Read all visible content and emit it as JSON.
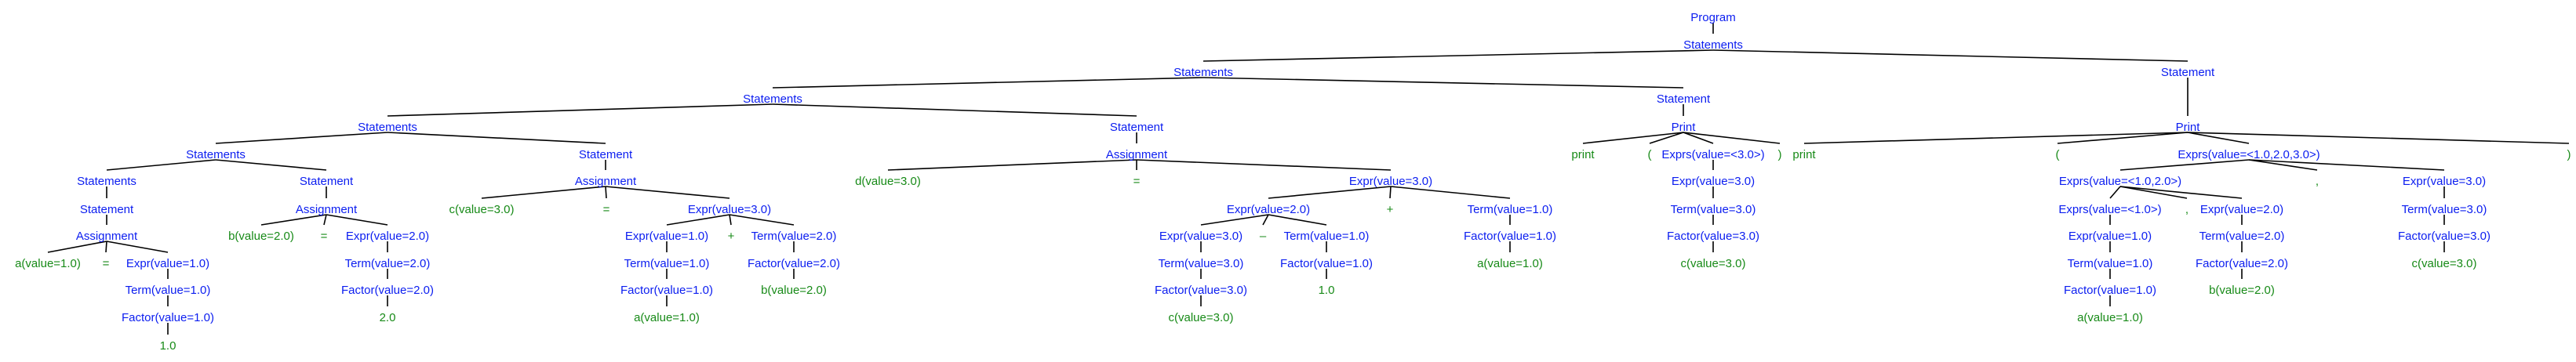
{
  "colors": {
    "nonterminal": "#0b1df0",
    "terminal": "#178a17",
    "edge": "#000000"
  },
  "nodes": {
    "n0": {
      "text": "Program",
      "kind": "nt"
    },
    "n1": {
      "text": "Statements",
      "kind": "nt"
    },
    "n2": {
      "text": "Statements",
      "kind": "nt"
    },
    "n3": {
      "text": "Statement",
      "kind": "nt"
    },
    "n4": {
      "text": "Statements",
      "kind": "nt"
    },
    "n5": {
      "text": "Statement",
      "kind": "nt"
    },
    "n6": {
      "text": "Statements",
      "kind": "nt"
    },
    "n7": {
      "text": "Statement",
      "kind": "nt"
    },
    "n8": {
      "text": "Statements",
      "kind": "nt"
    },
    "n9": {
      "text": "Statement",
      "kind": "nt"
    },
    "n10": {
      "text": "Statements",
      "kind": "nt"
    },
    "n11": {
      "text": "Statement",
      "kind": "nt"
    },
    "n12": {
      "text": "Statement",
      "kind": "nt"
    },
    "n13": {
      "text": "Assignment",
      "kind": "nt"
    },
    "n14": {
      "text": "a(value=1.0)",
      "kind": "t"
    },
    "n15": {
      "text": "=",
      "kind": "t"
    },
    "n16": {
      "text": "Expr(value=1.0)",
      "kind": "nt"
    },
    "n17": {
      "text": "Term(value=1.0)",
      "kind": "nt"
    },
    "n18": {
      "text": "Factor(value=1.0)",
      "kind": "nt"
    },
    "n19": {
      "text": "1.0",
      "kind": "t"
    },
    "n20": {
      "text": "Assignment",
      "kind": "nt"
    },
    "n21": {
      "text": "b(value=2.0)",
      "kind": "t"
    },
    "n22": {
      "text": "=",
      "kind": "t"
    },
    "n23": {
      "text": "Expr(value=2.0)",
      "kind": "nt"
    },
    "n24": {
      "text": "Term(value=2.0)",
      "kind": "nt"
    },
    "n25": {
      "text": "Factor(value=2.0)",
      "kind": "nt"
    },
    "n26": {
      "text": "2.0",
      "kind": "t"
    },
    "n27": {
      "text": "Assignment",
      "kind": "nt"
    },
    "n28": {
      "text": "c(value=3.0)",
      "kind": "t"
    },
    "n29": {
      "text": "=",
      "kind": "t"
    },
    "n30": {
      "text": "Expr(value=3.0)",
      "kind": "nt"
    },
    "n31": {
      "text": "Expr(value=1.0)",
      "kind": "nt"
    },
    "n32": {
      "text": "+",
      "kind": "t"
    },
    "n33": {
      "text": "Term(value=2.0)",
      "kind": "nt"
    },
    "n34": {
      "text": "Term(value=1.0)",
      "kind": "nt"
    },
    "n35": {
      "text": "Factor(value=1.0)",
      "kind": "nt"
    },
    "n36": {
      "text": "a(value=1.0)",
      "kind": "t"
    },
    "n37": {
      "text": "Factor(value=2.0)",
      "kind": "nt"
    },
    "n38": {
      "text": "b(value=2.0)",
      "kind": "t"
    },
    "n39": {
      "text": "Assignment",
      "kind": "nt"
    },
    "n40": {
      "text": "d(value=3.0)",
      "kind": "t"
    },
    "n41": {
      "text": "=",
      "kind": "t"
    },
    "n42": {
      "text": "Expr(value=3.0)",
      "kind": "nt"
    },
    "n43": {
      "text": "Expr(value=2.0)",
      "kind": "nt"
    },
    "n44": {
      "text": "+",
      "kind": "t"
    },
    "n45": {
      "text": "Term(value=1.0)",
      "kind": "nt"
    },
    "n46": {
      "text": "Expr(value=3.0)",
      "kind": "nt"
    },
    "n47": {
      "text": "–",
      "kind": "t"
    },
    "n48": {
      "text": "Term(value=1.0)",
      "kind": "nt"
    },
    "n49": {
      "text": "Term(value=3.0)",
      "kind": "nt"
    },
    "n50": {
      "text": "Factor(value=3.0)",
      "kind": "nt"
    },
    "n51": {
      "text": "c(value=3.0)",
      "kind": "t"
    },
    "n52": {
      "text": "Factor(value=1.0)",
      "kind": "nt"
    },
    "n53": {
      "text": "1.0",
      "kind": "t"
    },
    "n54": {
      "text": "Factor(value=1.0)",
      "kind": "nt"
    },
    "n55": {
      "text": "a(value=1.0)",
      "kind": "t"
    },
    "n56": {
      "text": "Print",
      "kind": "nt"
    },
    "n57": {
      "text": "print",
      "kind": "t"
    },
    "n58": {
      "text": "(",
      "kind": "t"
    },
    "n59": {
      "text": "Exprs(value=<3.0>)",
      "kind": "nt"
    },
    "n60": {
      "text": ")",
      "kind": "t"
    },
    "n61": {
      "text": "Expr(value=3.0)",
      "kind": "nt"
    },
    "n62": {
      "text": "Term(value=3.0)",
      "kind": "nt"
    },
    "n63": {
      "text": "Factor(value=3.0)",
      "kind": "nt"
    },
    "n64": {
      "text": "c(value=3.0)",
      "kind": "t"
    },
    "n65": {
      "text": "Print",
      "kind": "nt"
    },
    "n66": {
      "text": "print",
      "kind": "t"
    },
    "n67": {
      "text": "(",
      "kind": "t"
    },
    "n68": {
      "text": "Exprs(value=<1.0,2.0,3.0>)",
      "kind": "nt"
    },
    "n69": {
      "text": ")",
      "kind": "t"
    },
    "n70": {
      "text": "Exprs(value=<1.0,2.0>)",
      "kind": "nt"
    },
    "n71": {
      "text": ",",
      "kind": "t"
    },
    "n72": {
      "text": "Expr(value=3.0)",
      "kind": "nt"
    },
    "n73": {
      "text": "Exprs(value=<1.0>)",
      "kind": "nt"
    },
    "n74": {
      "text": ",",
      "kind": "t"
    },
    "n75": {
      "text": "Expr(value=2.0)",
      "kind": "nt"
    },
    "n76": {
      "text": "Expr(value=1.0)",
      "kind": "nt"
    },
    "n77": {
      "text": "Term(value=1.0)",
      "kind": "nt"
    },
    "n78": {
      "text": "Factor(value=1.0)",
      "kind": "nt"
    },
    "n79": {
      "text": "a(value=1.0)",
      "kind": "t"
    },
    "n80": {
      "text": "Term(value=2.0)",
      "kind": "nt"
    },
    "n81": {
      "text": "Factor(value=2.0)",
      "kind": "nt"
    },
    "n82": {
      "text": "b(value=2.0)",
      "kind": "t"
    },
    "n83": {
      "text": "Term(value=3.0)",
      "kind": "nt"
    },
    "n84": {
      "text": "Factor(value=3.0)",
      "kind": "nt"
    },
    "n85": {
      "text": "c(value=3.0)",
      "kind": "t"
    }
  },
  "edges": [
    [
      "n0",
      "n1"
    ],
    [
      "n1",
      "n2"
    ],
    [
      "n1",
      "n3"
    ],
    [
      "n2",
      "n4"
    ],
    [
      "n2",
      "n5"
    ],
    [
      "n4",
      "n6"
    ],
    [
      "n4",
      "n7"
    ],
    [
      "n6",
      "n8"
    ],
    [
      "n6",
      "n9"
    ],
    [
      "n8",
      "n10"
    ],
    [
      "n8",
      "n11"
    ],
    [
      "n10",
      "n12"
    ],
    [
      "n12",
      "n13"
    ],
    [
      "n13",
      "n14"
    ],
    [
      "n13",
      "n15"
    ],
    [
      "n13",
      "n16"
    ],
    [
      "n16",
      "n17"
    ],
    [
      "n17",
      "n18"
    ],
    [
      "n18",
      "n19"
    ],
    [
      "n11",
      "n20"
    ],
    [
      "n20",
      "n21"
    ],
    [
      "n20",
      "n22"
    ],
    [
      "n20",
      "n23"
    ],
    [
      "n23",
      "n24"
    ],
    [
      "n24",
      "n25"
    ],
    [
      "n25",
      "n26"
    ],
    [
      "n9",
      "n27"
    ],
    [
      "n27",
      "n28"
    ],
    [
      "n27",
      "n29"
    ],
    [
      "n27",
      "n30"
    ],
    [
      "n30",
      "n31"
    ],
    [
      "n30",
      "n32"
    ],
    [
      "n30",
      "n33"
    ],
    [
      "n31",
      "n34"
    ],
    [
      "n34",
      "n35"
    ],
    [
      "n35",
      "n36"
    ],
    [
      "n33",
      "n37"
    ],
    [
      "n37",
      "n38"
    ],
    [
      "n7",
      "n39"
    ],
    [
      "n39",
      "n40"
    ],
    [
      "n39",
      "n41"
    ],
    [
      "n39",
      "n42"
    ],
    [
      "n42",
      "n43"
    ],
    [
      "n42",
      "n44"
    ],
    [
      "n42",
      "n45"
    ],
    [
      "n43",
      "n46"
    ],
    [
      "n43",
      "n47"
    ],
    [
      "n43",
      "n48"
    ],
    [
      "n46",
      "n49"
    ],
    [
      "n49",
      "n50"
    ],
    [
      "n50",
      "n51"
    ],
    [
      "n48",
      "n52"
    ],
    [
      "n52",
      "n53"
    ],
    [
      "n45",
      "n54"
    ],
    [
      "n54",
      "n55"
    ],
    [
      "n5",
      "n56"
    ],
    [
      "n56",
      "n57"
    ],
    [
      "n56",
      "n58"
    ],
    [
      "n56",
      "n59"
    ],
    [
      "n56",
      "n60"
    ],
    [
      "n59",
      "n61"
    ],
    [
      "n61",
      "n62"
    ],
    [
      "n62",
      "n63"
    ],
    [
      "n63",
      "n64"
    ],
    [
      "n3",
      "n65"
    ],
    [
      "n65",
      "n66"
    ],
    [
      "n65",
      "n67"
    ],
    [
      "n65",
      "n68"
    ],
    [
      "n65",
      "n69"
    ],
    [
      "n68",
      "n70"
    ],
    [
      "n68",
      "n71"
    ],
    [
      "n68",
      "n72"
    ],
    [
      "n70",
      "n73"
    ],
    [
      "n70",
      "n74"
    ],
    [
      "n70",
      "n75"
    ],
    [
      "n73",
      "n76"
    ],
    [
      "n76",
      "n77"
    ],
    [
      "n77",
      "n78"
    ],
    [
      "n78",
      "n79"
    ],
    [
      "n75",
      "n80"
    ],
    [
      "n80",
      "n81"
    ],
    [
      "n81",
      "n82"
    ],
    [
      "n72",
      "n83"
    ],
    [
      "n83",
      "n84"
    ],
    [
      "n84",
      "n85"
    ]
  ]
}
